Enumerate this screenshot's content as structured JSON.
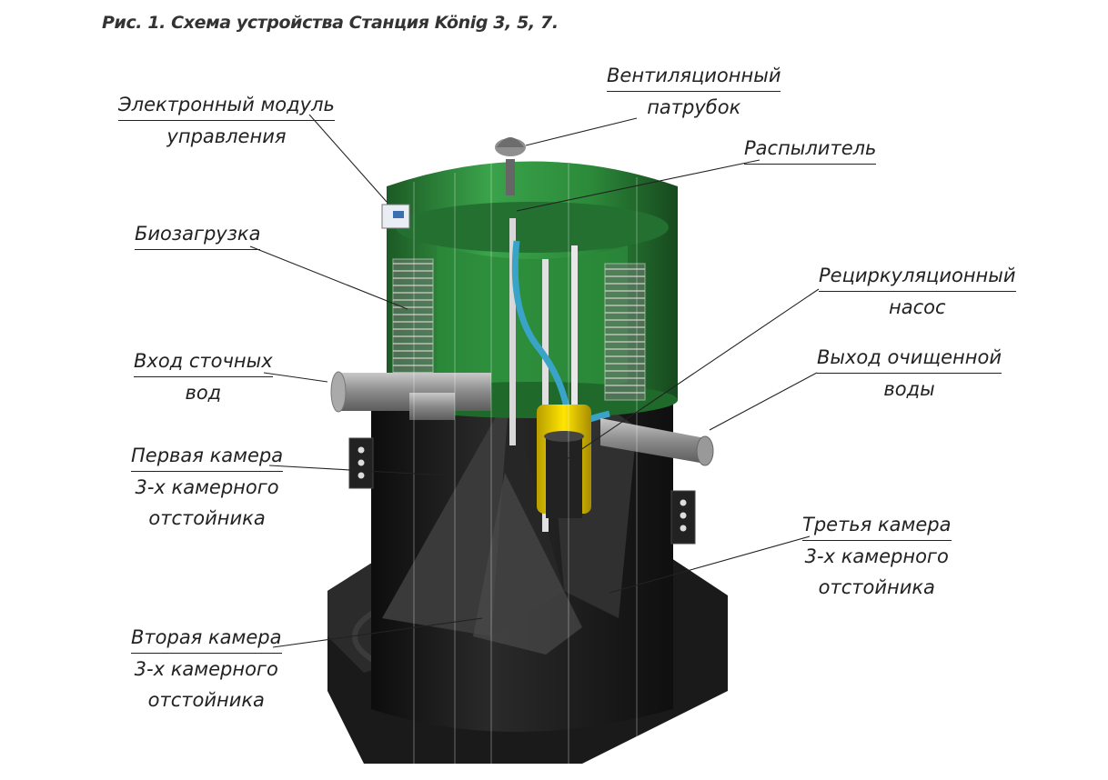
{
  "caption": "Рис. 1. Схема устройства Станция König 3, 5, 7.",
  "labels": {
    "ventilation": [
      "Вентиляционный",
      "патрубок"
    ],
    "electronic_module": [
      "Электронный модуль",
      "управления"
    ],
    "sprayer": [
      "Распылитель"
    ],
    "bioload": [
      "Биозагрузка"
    ],
    "recirculation_pump": [
      "Рециркуляционный",
      "насос"
    ],
    "inlet": [
      "Вход сточных",
      "вод"
    ],
    "outlet": [
      "Выход очищенной",
      "воды"
    ],
    "first_chamber": [
      "Первая камера",
      "3-х камерного",
      "отстойника"
    ],
    "third_chamber": [
      "Третья камера",
      "3-х камерного",
      "отстойника"
    ],
    "second_chamber": [
      "Вторая камера",
      "3-х камерного",
      "отстойника"
    ]
  },
  "colors": {
    "green": "#2f8a3e",
    "dark_green": "#1d5e28",
    "tank_black": "#1b1b1b",
    "pipe_gray": "#9a9a9a",
    "pump_yellow": "#f2d400",
    "hose_blue": "#3aa4c8"
  }
}
